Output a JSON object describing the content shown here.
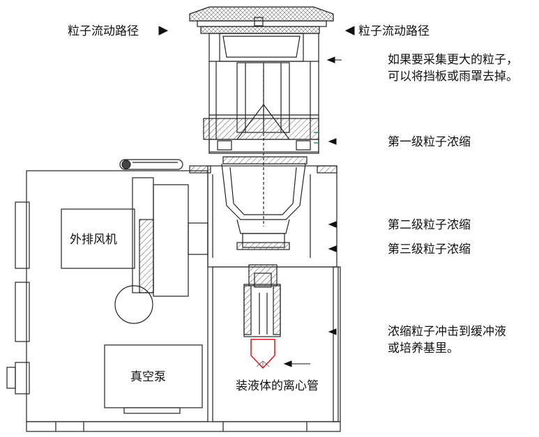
{
  "labels": {
    "particle_path_left": "粒子流动路径",
    "particle_path_right": "粒子流动路径",
    "large_particles_line1": "如果要采集更大的粒子，",
    "large_particles_line2": "可以将挡板或雨罩去掉。",
    "stage1": "第一级粒子浓缩",
    "stage2": "第二级粒子浓缩",
    "stage3": "第三级粒子浓缩",
    "impact_line1": "浓缩粒子冲击到缓冲液",
    "impact_line2": "或培养基里。",
    "exhaust_fan": "外排风机",
    "vacuum_pump": "真空泵",
    "centrifuge_tube": "装液体的离心管"
  },
  "colors": {
    "line": "#222222",
    "hatch": "#555555",
    "tube_highlight": "#e0141e",
    "accent_green": "#2e8b57"
  }
}
